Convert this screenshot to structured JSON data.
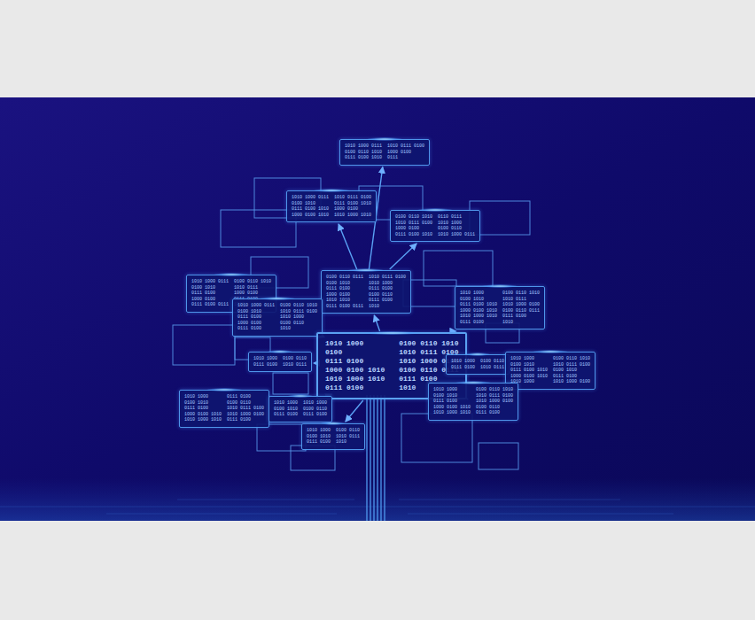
{
  "diagram": {
    "nodes": [
      {
        "text": [
          "1010 1000 0111",
          "0100 0110 1010",
          "0111 0100 1010",
          "1010 0111 0100",
          "1000 0100",
          "0111"
        ]
      },
      {
        "text": [
          "1010 1000 0111",
          "0100 1010",
          "0111 0100 1010",
          "1000 0100 1010",
          "1010 0111 0100",
          "0111 0100 1010",
          "1000 0100",
          "1010 1000 1010"
        ]
      },
      {
        "text": [
          "0100 0110 1010",
          "1010 0111 0100",
          "1000 0100",
          "0111 0100 1010",
          "0110 0111",
          "1010 1000",
          "0100 0110",
          "1010 1000 0111"
        ]
      },
      {
        "text": [
          "0100 0110 0111",
          "0100 1010",
          "0111 0100",
          "1000 0100",
          "1010 1010",
          "0111 0100 0111",
          "1010 0111 0100",
          "1010 1000",
          "0111 0100",
          "0100 0110",
          "0111 0100",
          "1010"
        ]
      },
      {
        "text": [
          "1010 1000 0111",
          "0100 1010",
          "0111 0100",
          "1000 0100",
          "0111 0100 0111",
          "0100 0110 1010",
          "1010 0111",
          "1000 0100",
          "0111 0100",
          "1010"
        ]
      },
      {
        "text": [
          "1010 1000",
          "0100 1010",
          "0111 0100 1010",
          "1000 0100 1010",
          "1010 1000 1010",
          "0111 0100",
          "0100 0110 1010",
          "1010 0111",
          "1010 1000 0100",
          "0100 0110 0111",
          "0111 0100",
          "1010"
        ]
      },
      {
        "text": [
          "1010 1000 0111",
          "0100 1010",
          "0111 0100",
          "1000 0100",
          "0111 0100",
          "0100 0110 1010",
          "1010 0111 0100",
          "1010 1000",
          "0100 0110",
          "1010"
        ]
      },
      {
        "text": [
          "1010 1000",
          "0100",
          "0111 0100",
          "1000 0100 1010",
          "1010 1000 1010",
          "0111 0100",
          "0100 0110 1010",
          "1010 0111 0100",
          "1010 1000 0100",
          "0100 0110 0111",
          "0111 0100",
          "1010"
        ]
      },
      {
        "text": [
          "1010 1000",
          "0111 0100",
          "0100 0110",
          "1010 0111"
        ]
      },
      {
        "text": [
          "1010 1000",
          "0111 0100",
          "0100 0110",
          "1010 0111"
        ]
      },
      {
        "text": [
          "1010 1000",
          "0100 1010",
          "0111 0100 1010",
          "1000 0100 1010",
          "1010 1000",
          "0100 0110 1010",
          "1010 0111 0100",
          "0100 1010",
          "0111 0100",
          "1010 1000 0100"
        ]
      },
      {
        "text": [
          "1010 1000",
          "0100 1010",
          "0111 0100",
          "1000 0100 1010",
          "1010 1000 1010",
          "0111 0100",
          "0100 0110",
          "1010 0111 0100",
          "1010 1000 0100",
          "0111 0100"
        ]
      },
      {
        "text": [
          "1010 1000",
          "0100 1010",
          "0111 0100",
          "1010 1000",
          "0100 0110",
          "0111 0100"
        ]
      },
      {
        "text": [
          "1010 1000",
          "0100 1010",
          "0111 0100",
          "0100 0110",
          "1010 0111",
          "1010"
        ]
      },
      {
        "text": [
          "1010 1000",
          "0100 1010",
          "0111 0100",
          "1000 0100 1010",
          "1010 1000 1010",
          "0100 0110 1010",
          "1010 0111 0100",
          "1010 1000 0100",
          "0100 0110",
          "0111 0100"
        ]
      }
    ],
    "edges": [
      {
        "from": 7,
        "to": 3,
        "arrow": "to"
      },
      {
        "from": 3,
        "to": 0,
        "arrow": "to"
      },
      {
        "from": 3,
        "to": 1,
        "arrow": "to"
      },
      {
        "from": 3,
        "to": 2,
        "arrow": "to"
      },
      {
        "from": 7,
        "to": 5,
        "arrow": "to"
      },
      {
        "from": 7,
        "to": 9,
        "arrow": "to"
      },
      {
        "from": 7,
        "to": 14,
        "arrow": "to"
      },
      {
        "from": 7,
        "to": 6,
        "arrow": "to"
      },
      {
        "from": 7,
        "to": 8,
        "arrow": "to"
      },
      {
        "from": 7,
        "to": 12,
        "arrow": "to"
      },
      {
        "from": 7,
        "to": 13,
        "arrow": "to"
      }
    ]
  }
}
